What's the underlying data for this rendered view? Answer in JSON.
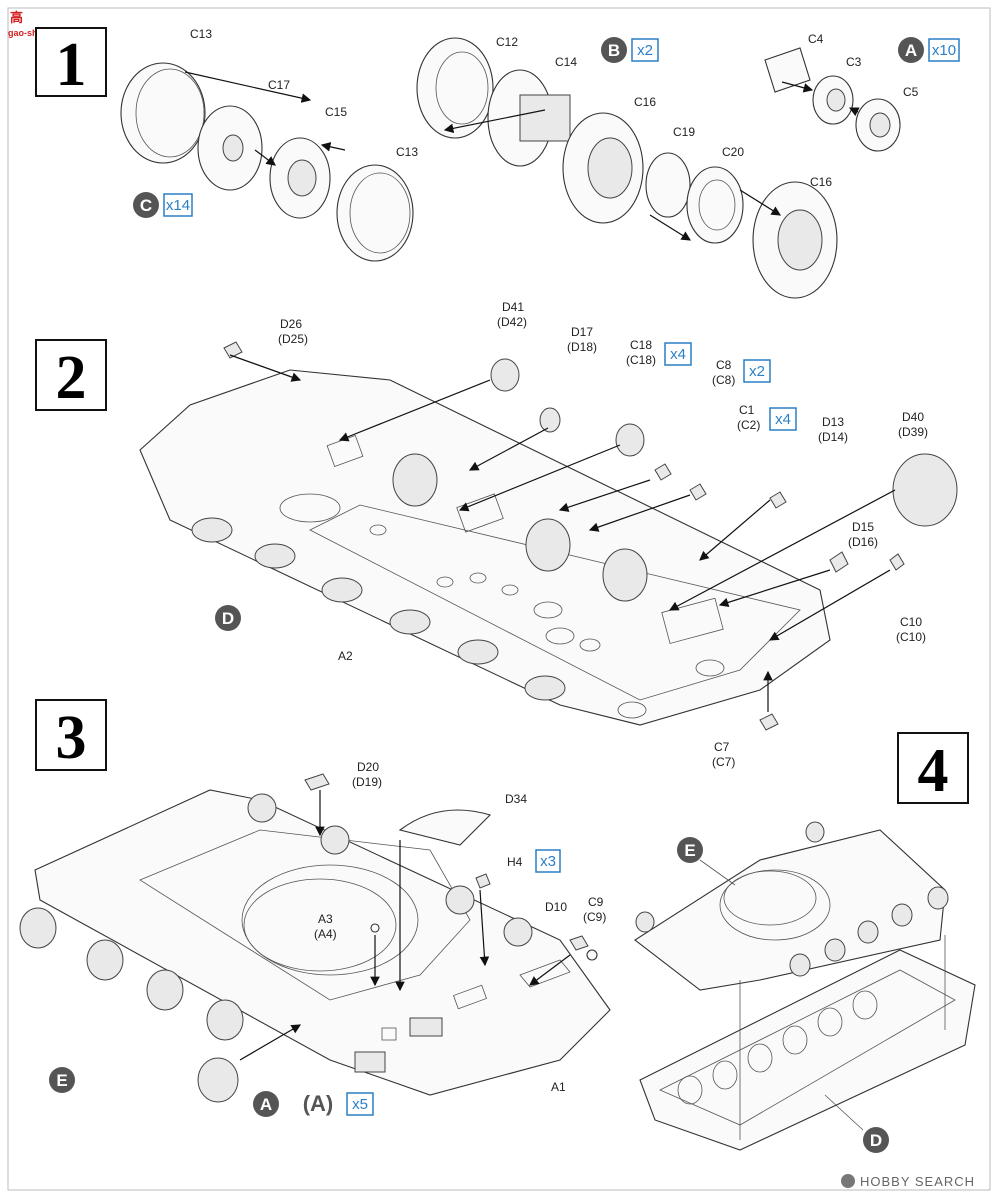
{
  "steps": [
    "1",
    "2",
    "3",
    "4"
  ],
  "watermark_top": {
    "cn": "高",
    "url": "gao-shan.com"
  },
  "watermark_bottom": "HOBBY SEARCH",
  "colors": {
    "badge_fill": "#555555",
    "qty_blue": "#2a7fc6"
  },
  "step1": {
    "labels": [
      "C13",
      "C17",
      "C15",
      "C13",
      "C12",
      "C14",
      "C16",
      "C19",
      "C20",
      "C16",
      "C4",
      "C3",
      "C5"
    ],
    "badges": [
      {
        "letter": "C",
        "qty": "x14"
      },
      {
        "letter": "B",
        "qty": "x2"
      },
      {
        "letter": "A",
        "qty": "x10"
      }
    ]
  },
  "step2": {
    "labels": [
      "D26",
      "(D25)",
      "D41",
      "(D42)",
      "D17",
      "(D18)",
      "C18",
      "(C18)",
      "C8",
      "(C8)",
      "C1",
      "(C2)",
      "D13",
      "(D14)",
      "D40",
      "(D39)",
      "D15",
      "(D16)",
      "C10",
      "(C10)",
      "A2",
      "C7",
      "(C7)"
    ],
    "qty": [
      "x4",
      "x2",
      "x4"
    ],
    "sprue": "D"
  },
  "step3": {
    "labels": [
      "D20",
      "(D19)",
      "D34",
      "H4",
      "D10",
      "C9",
      "(C9)",
      "A3",
      "(A4)",
      "A1"
    ],
    "qty_h4": "x3",
    "sprue": "E",
    "bottom": {
      "letter": "A",
      "paren": "(A)",
      "qty": "x5"
    }
  },
  "step4": {
    "top": "E",
    "bottom": "D"
  }
}
